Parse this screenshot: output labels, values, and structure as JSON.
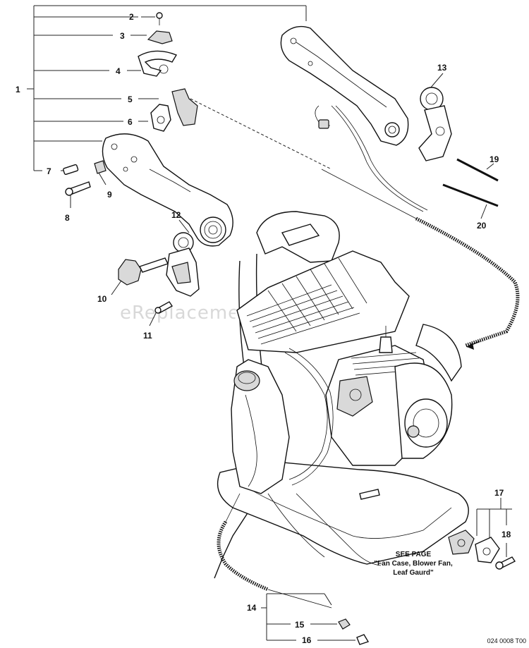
{
  "diagram": {
    "callouts": [
      "1",
      "2",
      "3",
      "4",
      "5",
      "6",
      "7",
      "8",
      "9",
      "10",
      "11",
      "12",
      "13",
      "14",
      "15",
      "16",
      "17",
      "18",
      "19",
      "20"
    ],
    "see_page": {
      "line1": "SEE PAGE",
      "line2": "\"Fan Case, Blower Fan,",
      "line3": "Leaf Gaurd\""
    },
    "drawing_code": "024 0008 T00",
    "watermark": "eReplacementParts.com"
  }
}
